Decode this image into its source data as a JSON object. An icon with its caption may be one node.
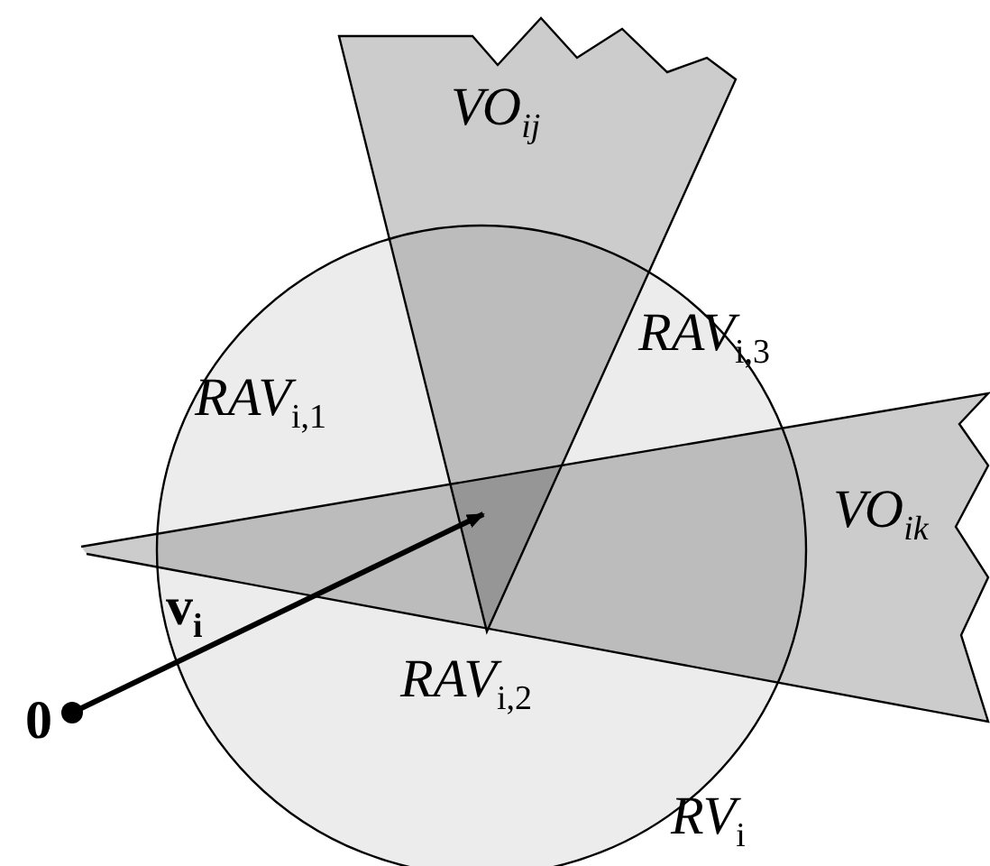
{
  "diagram": {
    "labels": [
      "VO$_{ij}$",
      "*RAV*$_{i,1}$",
      "*RAV*$_{i,3}$",
      "VO$_{ik}$",
      "v$_{i}$",
      "0",
      "*RAV*$_{i,2}$",
      "*RV*$_{i}$"
    ]
  }
}
